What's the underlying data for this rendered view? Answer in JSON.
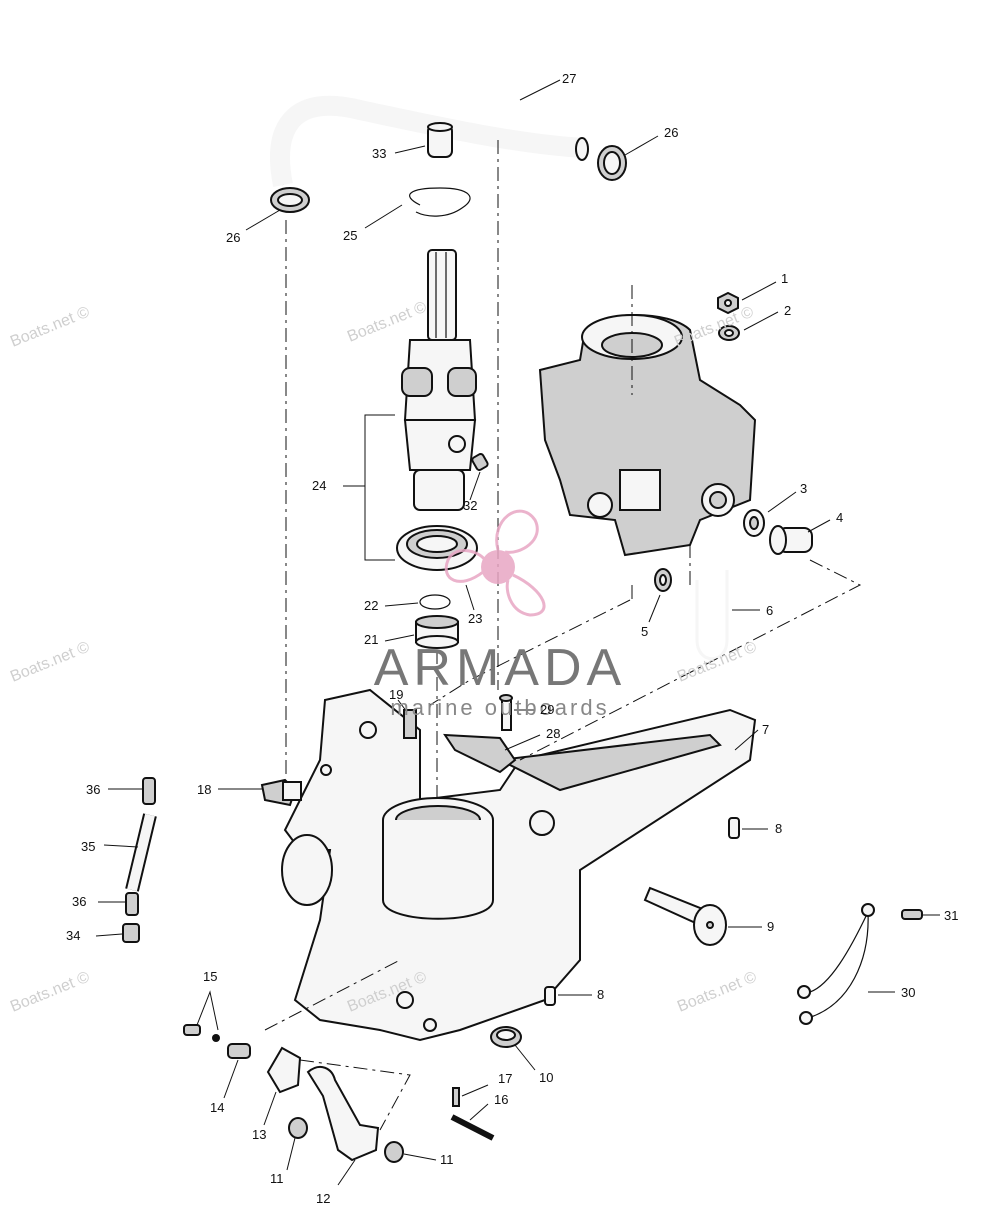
{
  "watermarks": [
    "Boats.net ©",
    "Boats.net ©",
    "Boats.net ©",
    "Boats.net ©",
    "Boats.net ©",
    "Boats.net ©",
    "Boats.net ©",
    "Boats.net ©"
  ],
  "brand": {
    "name": "ARMADA",
    "subtitle": "marine outboards",
    "logo_color": "#e8a6c4"
  },
  "callouts": {
    "c1": "1",
    "c2": "2",
    "c3": "3",
    "c4": "4",
    "c5": "5",
    "c6": "6",
    "c7": "7",
    "c8a": "8",
    "c8b": "8",
    "c9": "9",
    "c10": "10",
    "c11a": "11",
    "c11b": "11",
    "c12": "12",
    "c13": "13",
    "c14": "14",
    "c15": "15",
    "c16": "16",
    "c17": "17",
    "c18": "18",
    "c19": "19",
    "c21": "21",
    "c22": "22",
    "c23": "23",
    "c24": "24",
    "c25": "25",
    "c26a": "26",
    "c26b": "26",
    "c27": "27",
    "c28": "28",
    "c29": "29",
    "c30": "30",
    "c31": "31",
    "c32": "32",
    "c33": "33",
    "c34": "34",
    "c35": "35",
    "c36a": "36",
    "c36b": "36"
  }
}
